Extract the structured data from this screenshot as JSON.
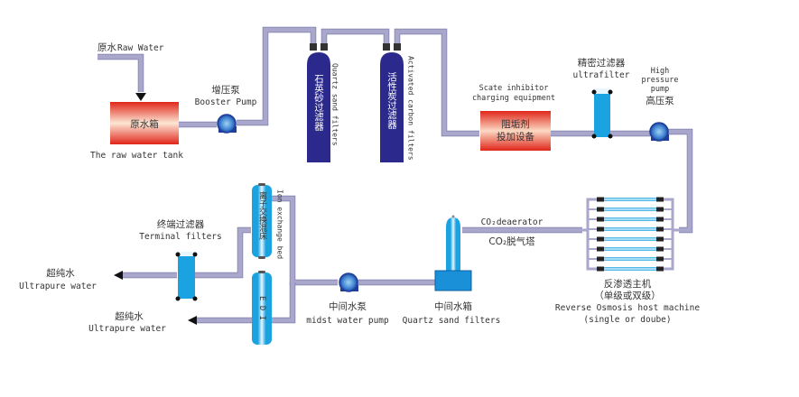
{
  "diagram": {
    "title": "Ultrapure water treatment process flow",
    "colors": {
      "pipe": "#a9a7cc",
      "tank_red": "#e0261a",
      "tank_light": "#fde6d4",
      "filter_vessel": "#2b2a8c",
      "cyan_cartridge": "#1aa3e0",
      "pump_blue": "#2f5fb8",
      "membrane": "#44b8e8"
    },
    "nodes": {
      "raw_water_inlet": {
        "cn": "原水",
        "en": "Raw Water"
      },
      "raw_water_tank": {
        "cn": "原水箱",
        "en": "The raw water tank"
      },
      "booster_pump": {
        "cn": "增压泵",
        "en": "Booster Pump"
      },
      "quartz_sand_filter": {
        "cn": "石英砂过滤器",
        "en": "Quartz sand filters"
      },
      "activated_carbon_filter": {
        "cn": "活性炭过滤器",
        "en": "Activated carbon filters"
      },
      "scale_inhibitor": {
        "cn_line1": "阻垢剂",
        "cn_line2": "投加设备",
        "en_line1": "Scate inhibitor",
        "en_line2": "charging equipment"
      },
      "ultrafilter": {
        "cn": "精密过滤器",
        "en": "ultrafilter"
      },
      "high_pressure_pump": {
        "en_line1": "High",
        "en_line2": "pressure",
        "en_line3": "pump",
        "cn": "高压泵"
      },
      "ro_machine": {
        "cn_line1": "反渗透主机",
        "cn_line2": "（单级或双级）",
        "en_line1": "Reverse Osmosis host machine",
        "en_line2": "(single or doube)"
      },
      "co2_deaerator": {
        "en": "CO₂deaerator",
        "cn": "CO₂脱气塔"
      },
      "midst_tank": {
        "cn": "中间水箱",
        "en": "Quartz sand filters"
      },
      "midst_pump": {
        "cn": "中间水泵",
        "en": "midst water pump"
      },
      "ion_exchange_bed": {
        "cn": "离子交换混床",
        "en": "Ion exchange bed"
      },
      "edi": {
        "label": "E D I"
      },
      "terminal_filter": {
        "cn": "终端过滤器",
        "en": "Terminal filters"
      },
      "ultrapure_out_1": {
        "cn": "超纯水",
        "en": "Ultrapure water"
      },
      "ultrapure_out_2": {
        "cn": "超纯水",
        "en": "Ultrapure water"
      }
    }
  }
}
